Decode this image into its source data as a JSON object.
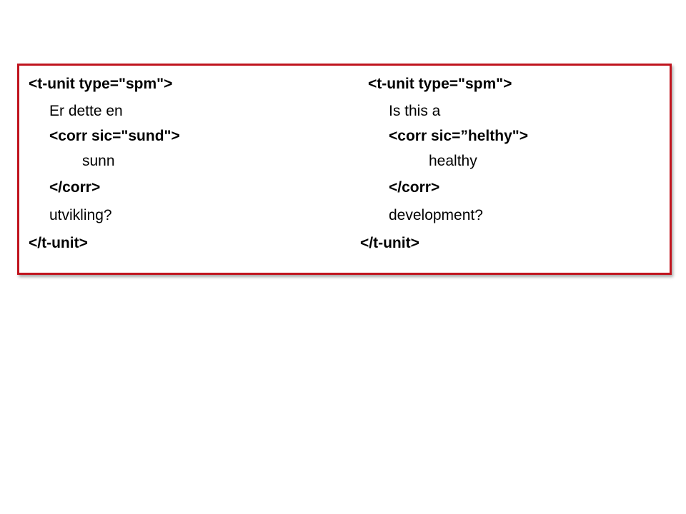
{
  "left": {
    "open_tag": "<t-unit type=\"spm\">",
    "text_before": "Er dette en",
    "corr_open": "<corr sic=\"sund\">",
    "corr_value": "sunn",
    "corr_close": "</corr>",
    "text_after": "utvikling?",
    "close_tag": "</t-unit>"
  },
  "right": {
    "open_tag": "<t-unit type=\"spm\">",
    "text_before": "Is this a",
    "corr_open": "<corr sic=”helthy\">",
    "corr_value": "healthy",
    "corr_close": "</corr>",
    "text_after": "development?",
    "close_tag": "</t-unit>"
  },
  "colors": {
    "frame_border": "#c0141e",
    "text": "#000000"
  }
}
